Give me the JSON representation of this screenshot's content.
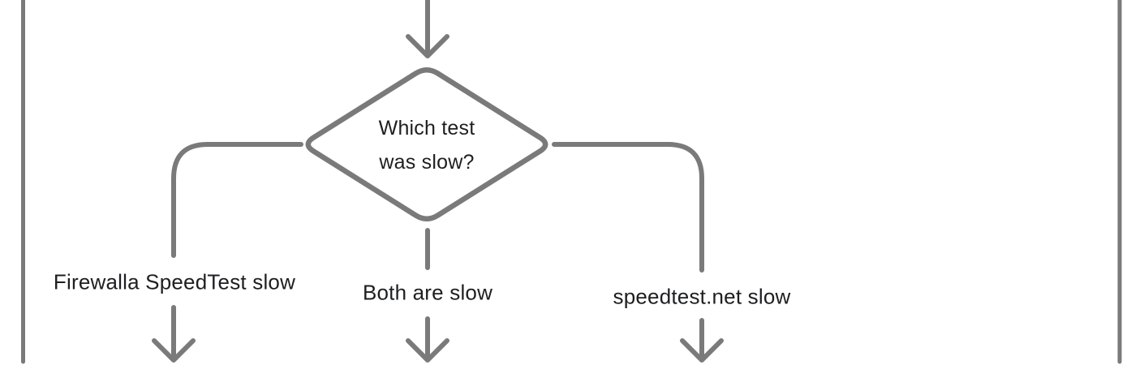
{
  "diagram": {
    "decision_node": {
      "line1": "Which test",
      "line2": "was slow?"
    },
    "branch_labels": {
      "left": "Firewalla SpeedTest slow",
      "middle": "Both are slow",
      "right": "speedtest.net slow"
    },
    "colors": {
      "line": "#7a7a7a",
      "text": "#1e1f21",
      "background": "#ffffff"
    }
  }
}
